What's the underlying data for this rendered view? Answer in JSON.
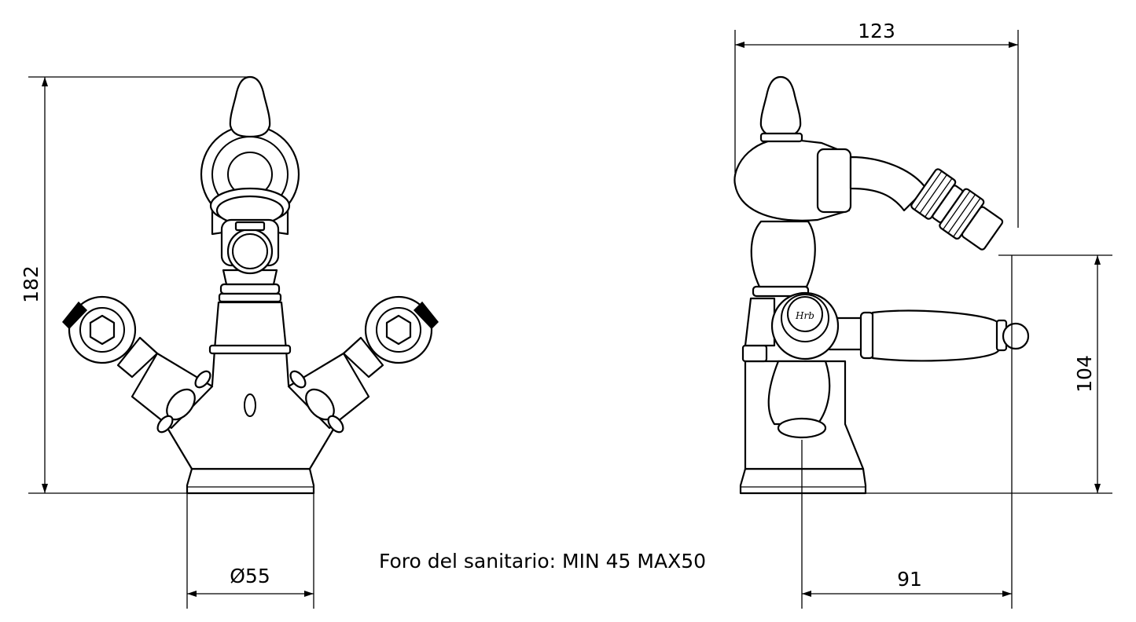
{
  "dimensions": {
    "total_height": "182",
    "overall_width": "123",
    "spout_height": "104",
    "base_diameter": "Ø55",
    "spout_projection": "91"
  },
  "note": "Foro del sanitario: MIN 45 MAX50"
}
